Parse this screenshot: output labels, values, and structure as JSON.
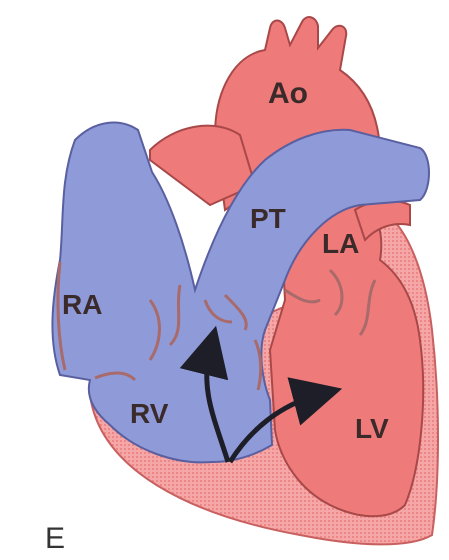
{
  "figure": {
    "panel_letter": "E",
    "labels": {
      "aorta": "Ao",
      "pulmonary_trunk": "PT",
      "left_atrium": "LA",
      "right_atrium": "RA",
      "right_ventricle": "RV",
      "left_ventricle": "LV"
    }
  },
  "colors": {
    "oxygenated": "#ef7a7a",
    "deoxygenated": "#8f9bd8",
    "myocardium": "#f6b3b3",
    "outline": "#7a3a3a",
    "arrow": "#1e1e28"
  }
}
